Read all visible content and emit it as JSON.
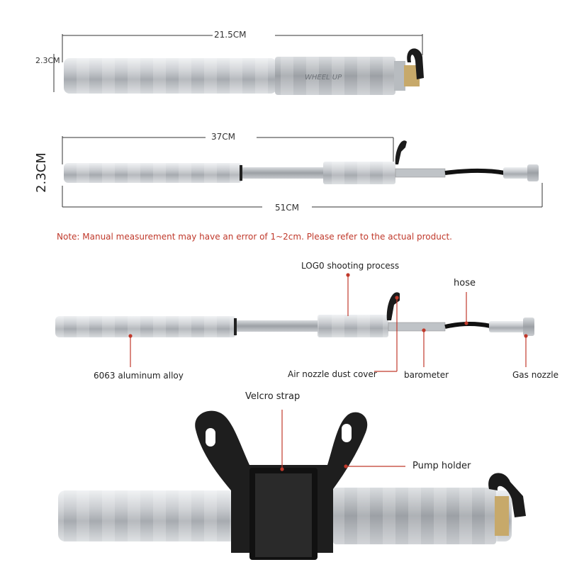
{
  "dimensions": {
    "pump_length": "21.5CM",
    "pump_diameter_small": "2.3CM",
    "extended_length": "37CM",
    "pump_diameter_large": "2.3CM",
    "total_length": "51CM"
  },
  "note": "Note: Manual measurement may have an error of 1~2cm. Please refer to the actual product.",
  "labels": {
    "logo": "LOG0 shooting process",
    "hose": "hose",
    "alloy": "6063 aluminum alloy",
    "dust_cover": "Air nozzle dust cover",
    "barometer": "barometer",
    "gas_nozzle": "Gas nozzle",
    "velcro": "Velcro strap",
    "holder": "Pump holder"
  },
  "colors": {
    "callout_line": "#c0392b",
    "note_text": "#c0392b",
    "metal": "#bfc3c7"
  },
  "icons": [
    "pump-image-1",
    "pump-image-2",
    "pump-image-3",
    "pump-with-holder-image"
  ]
}
